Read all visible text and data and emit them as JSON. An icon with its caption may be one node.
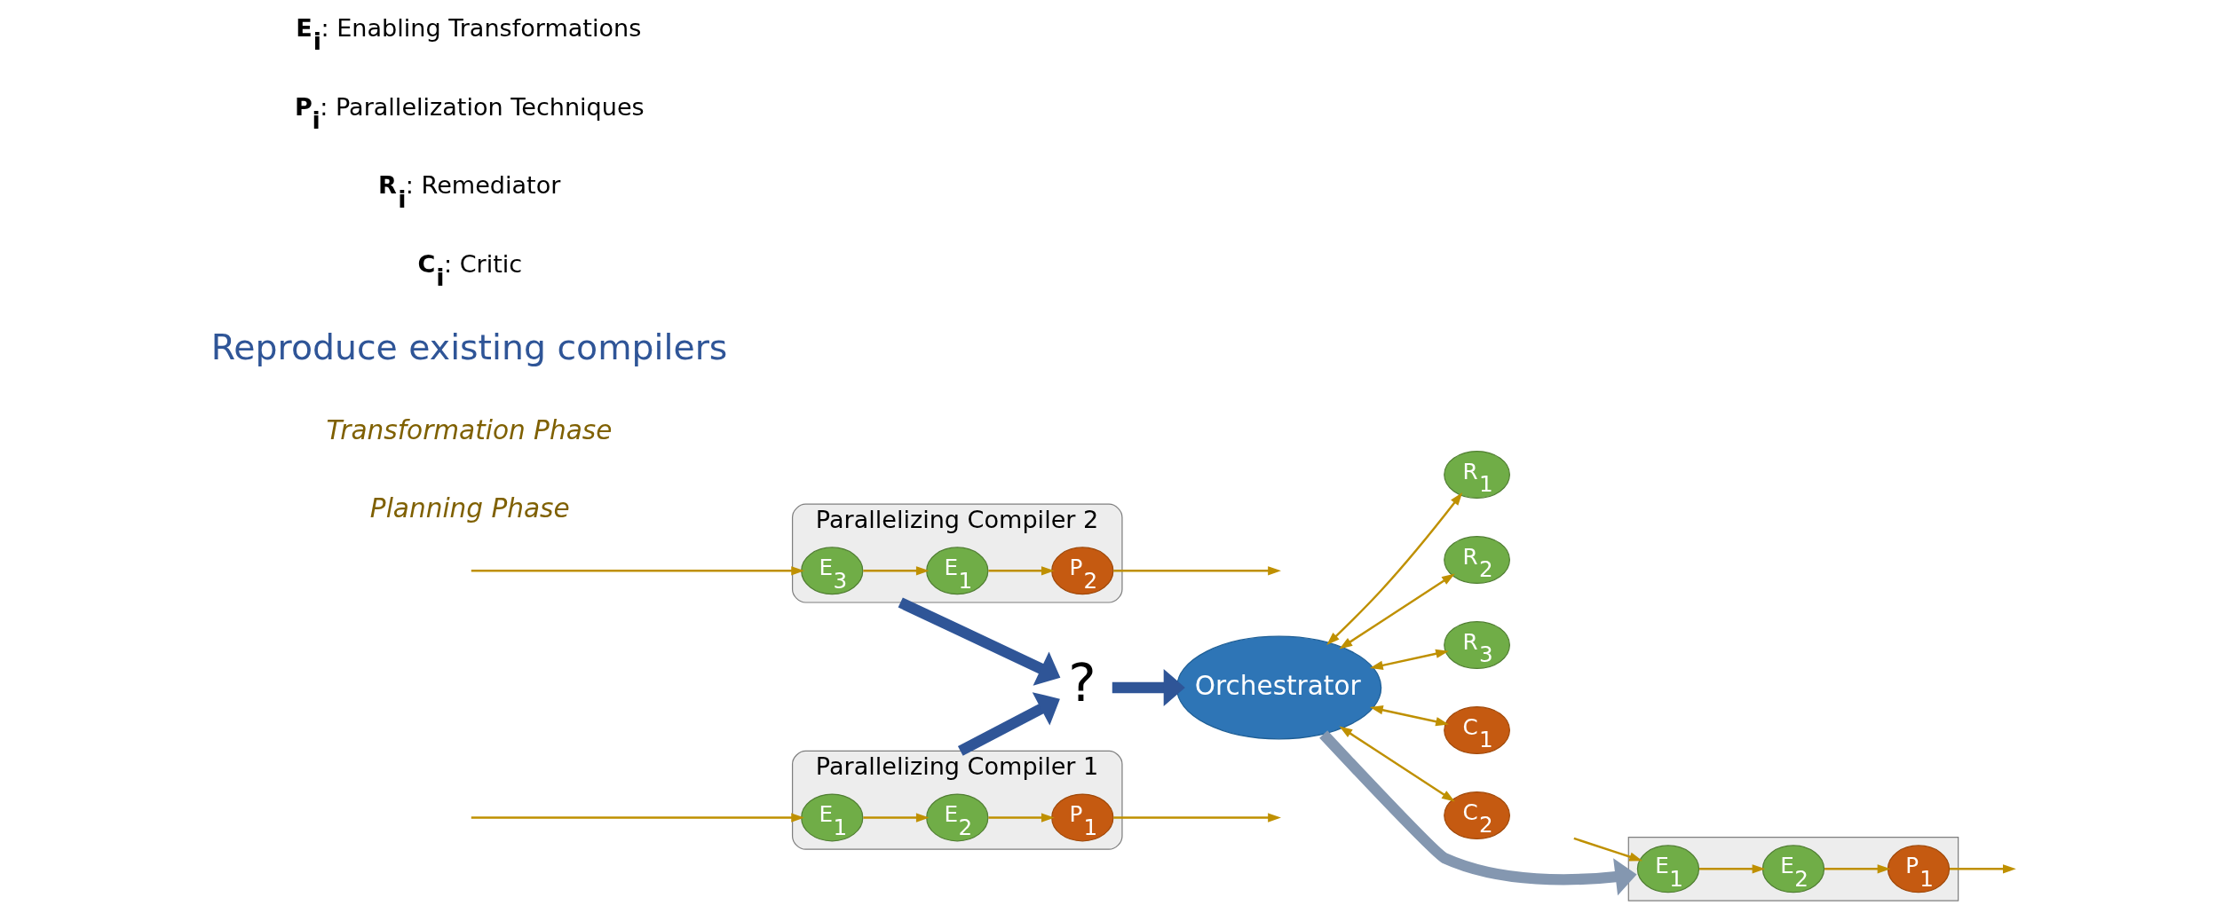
{
  "diagram": {
    "nodes": [
      {
        "text": [
          "Parallelizing Compiler 1"
        ]
      },
      {
        "text": [
          "E$_{1}$"
        ],
        "in": 0
      },
      {
        "text": [
          "E$_{2}$"
        ],
        "in": 0
      },
      {
        "text": [
          "P$_{1}$"
        ],
        "in": 0
      },
      {
        "text": [
          "Parallelizing Compiler 2"
        ]
      },
      {
        "text": [
          "E$_{3}$"
        ],
        "in": 4
      },
      {
        "text": [
          "E$_{1}$"
        ],
        "in": 4
      },
      {
        "text": [
          "P$_{2}$"
        ],
        "in": 4
      },
      {
        "text": [
          "?"
        ]
      },
      {
        "text": [
          "R$_{1}$"
        ]
      },
      {
        "text": [
          "R$_{2}$"
        ]
      },
      {
        "text": [
          "R$_{3}$"
        ]
      },
      {
        "text": [
          "Orchestrator"
        ]
      },
      {
        "text": [
          "C$_{1}$"
        ]
      },
      {
        "text": [
          "C$_{2}$"
        ]
      },
      {
        "text": [],
        "shape": "box"
      },
      {
        "text": [
          "E$_{1}$"
        ],
        "in": 15
      },
      {
        "text": [
          "E$_{2}$"
        ],
        "in": 15
      },
      {
        "text": [
          "P$_{1}$"
        ],
        "in": 15
      }
    ],
    "edges": [
      {
        "from": null,
        "to": 1,
        "arrow": "to"
      },
      {
        "from": 1,
        "to": 2,
        "arrow": "to"
      },
      {
        "from": 2,
        "to": 3,
        "arrow": "to"
      },
      {
        "from": 3,
        "to": null,
        "arrow": "to"
      },
      {
        "from": null,
        "to": 5,
        "arrow": "to"
      },
      {
        "from": 5,
        "to": 6,
        "arrow": "to"
      },
      {
        "from": 6,
        "to": 7,
        "arrow": "to"
      },
      {
        "from": 7,
        "to": null,
        "arrow": "to"
      },
      {
        "from": 0,
        "to": 8,
        "arrow": "to",
        "style": "thick",
        "color": "#2f5597"
      },
      {
        "from": 4,
        "to": 8,
        "arrow": "to",
        "style": "thick",
        "color": "#2f5597"
      },
      {
        "from": 8,
        "to": 12,
        "arrow": "to",
        "style": "thick",
        "color": "#2f5597"
      },
      {
        "from": 12,
        "to": 9,
        "arrow": "both"
      },
      {
        "from": 12,
        "to": 10,
        "arrow": "both"
      },
      {
        "from": 12,
        "to": 11,
        "arrow": "both"
      },
      {
        "from": 12,
        "to": 13,
        "arrow": "both"
      },
      {
        "from": 12,
        "to": 14,
        "arrow": "both"
      },
      {
        "from": 12,
        "to": 15,
        "arrow": "to",
        "style": "thick",
        "color": "#8497b0"
      },
      {
        "from": null,
        "to": 16,
        "arrow": "to"
      },
      {
        "from": 16,
        "to": 17,
        "arrow": "to"
      },
      {
        "from": 17,
        "to": 18,
        "arrow": "to"
      },
      {
        "from": 18,
        "to": null,
        "arrow": "to"
      }
    ],
    "labels": [
      "Planning Phase",
      "Transformation Phase",
      "Reproduce existing compilers",
      "**E$_{i}$**: Enabling Transformations",
      "**P$_{i}$**: Parallelization Techniques",
      "**R$_{i}$**: Remediator",
      "**C$_{i}$**: Critic"
    ]
  }
}
